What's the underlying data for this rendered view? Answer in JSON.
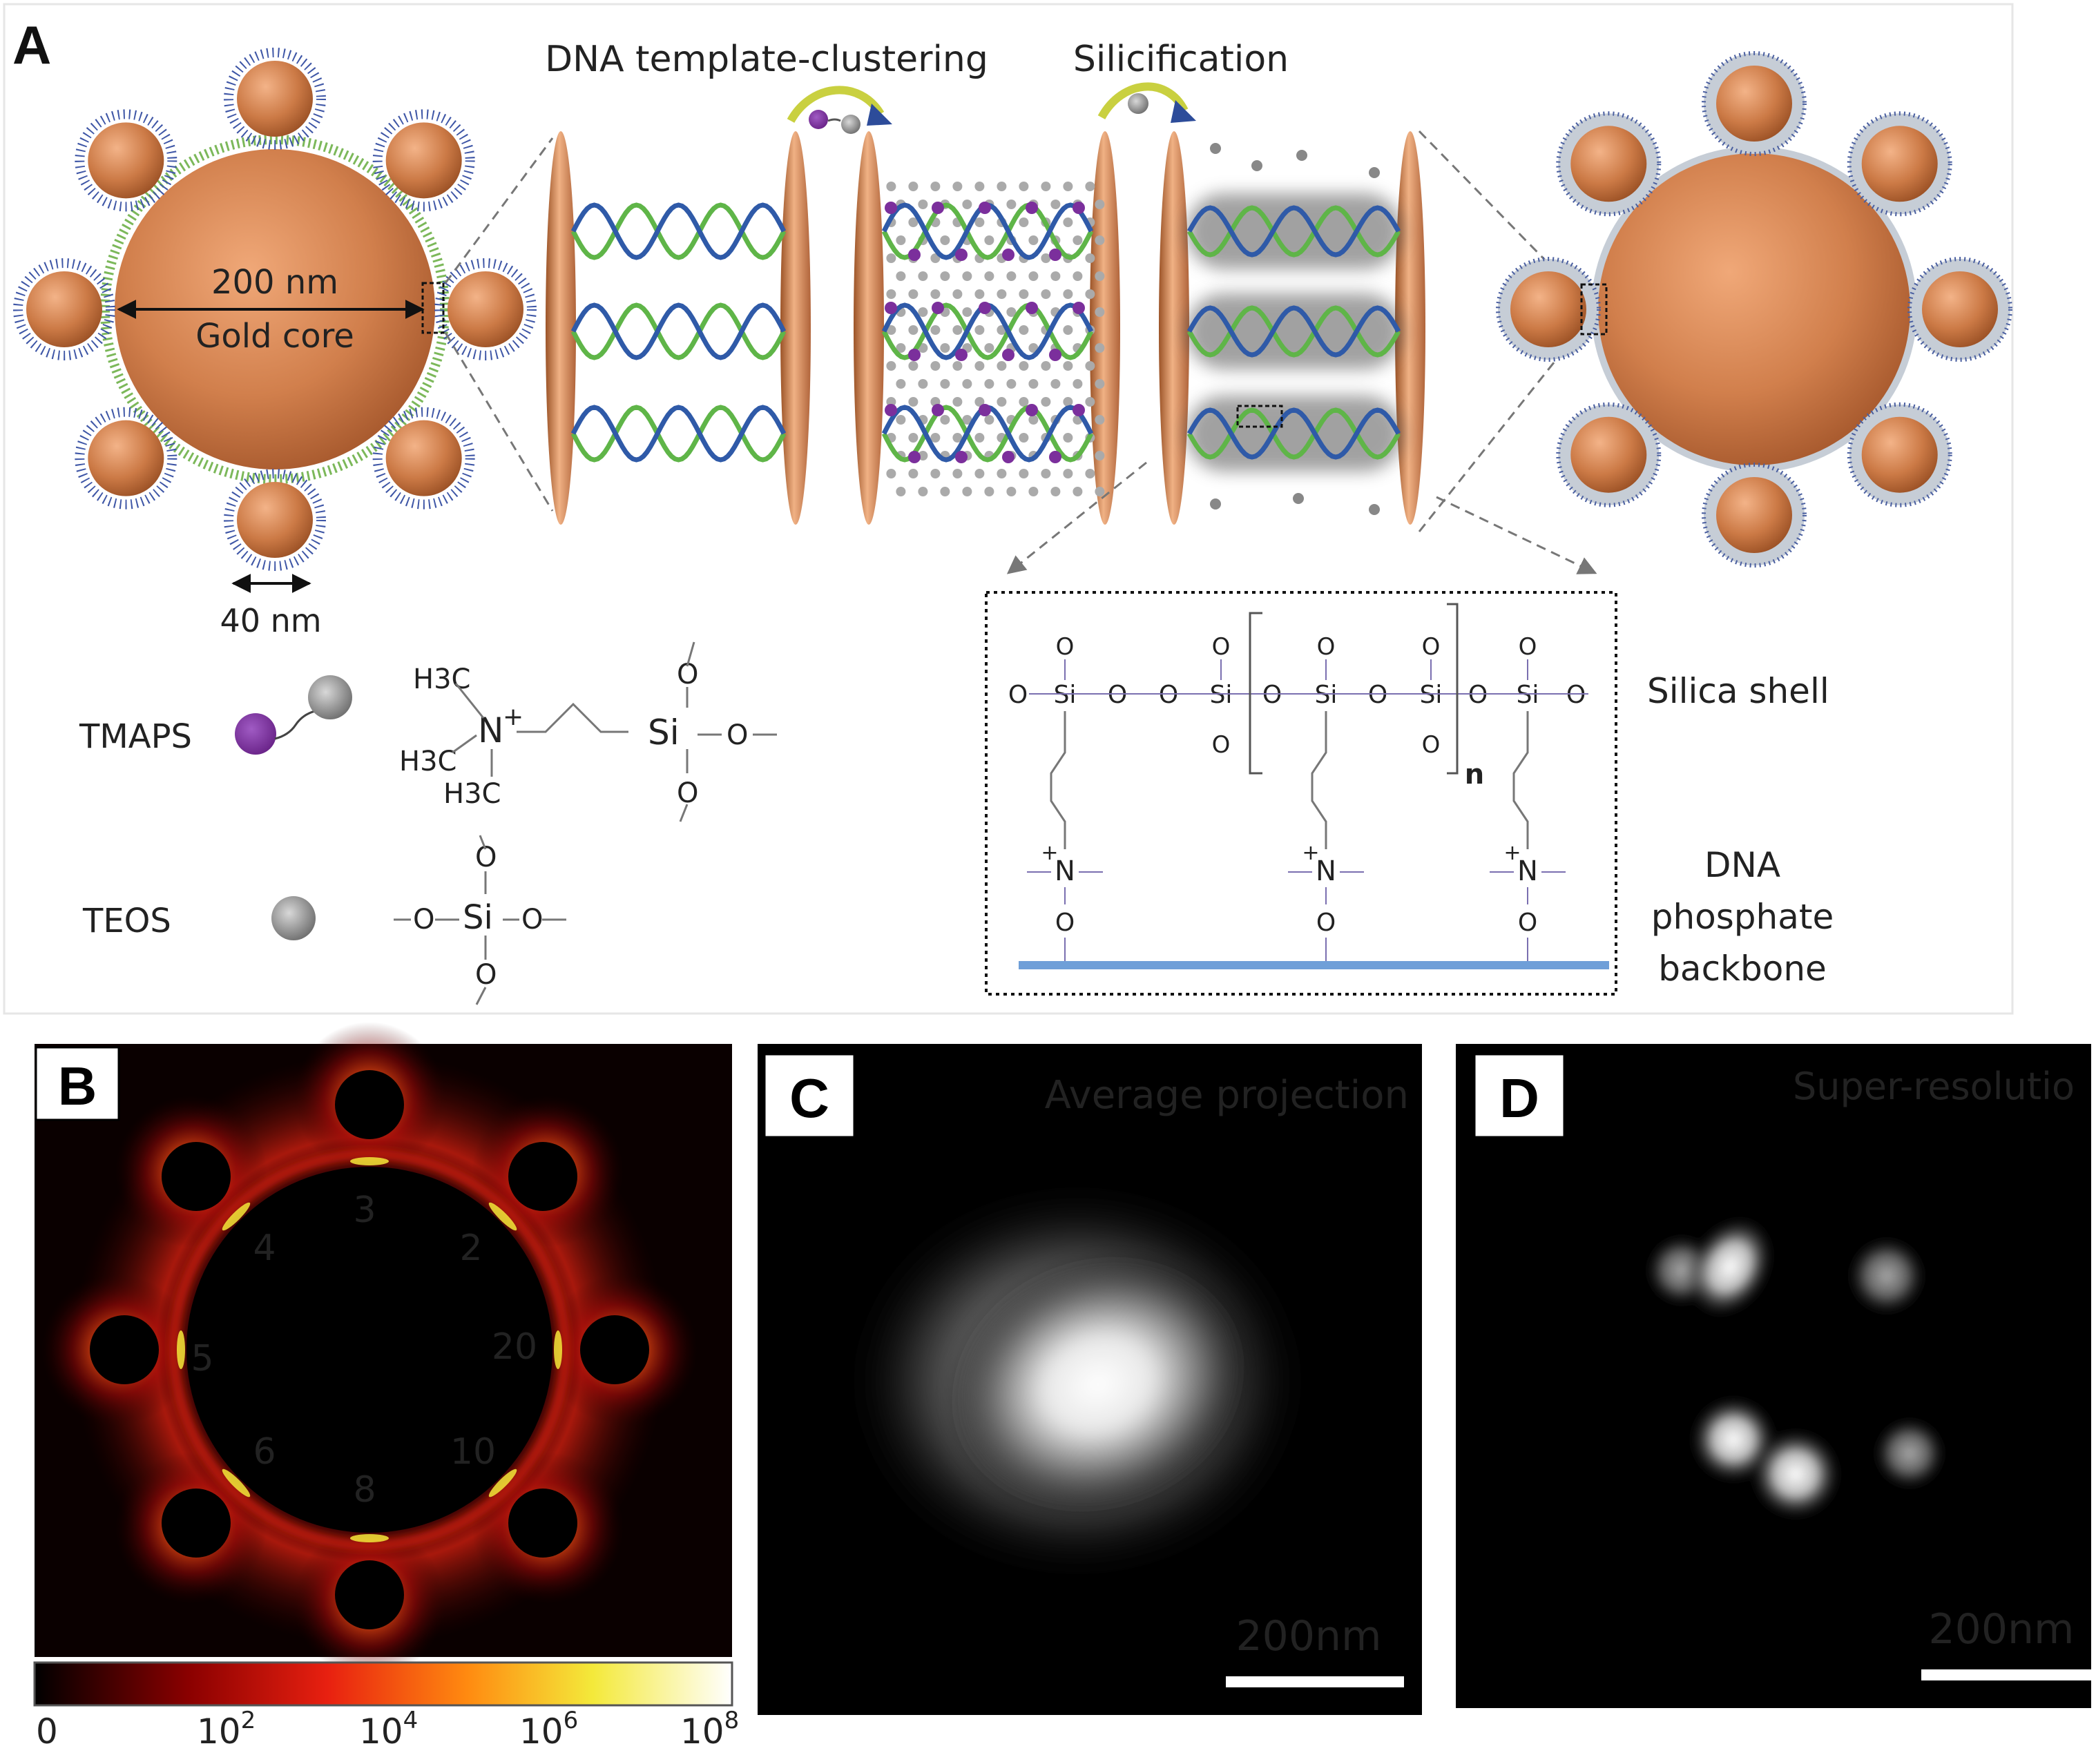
{
  "panel_a": {
    "label": "A",
    "step1": "DNA template-clustering",
    "step2": "Silicification",
    "core_size": "200 nm",
    "core_name": "Gold core",
    "satellite_size": "40 nm",
    "tmaps": {
      "name": "TMAPS",
      "h3c": "H3C",
      "n": "N",
      "plus": "+",
      "si": "Si",
      "o": "O"
    },
    "teos": {
      "name": "TEOS",
      "si": "Si",
      "o": "O"
    },
    "inset": {
      "si": "Si",
      "o": "O",
      "n": "N",
      "plus": "+",
      "repeat": "n",
      "silica_shell": "Silica shell",
      "dna_line1": "DNA",
      "dna_line2": "phosphate",
      "dna_line3": "backbone"
    }
  },
  "panel_b": {
    "label": "B",
    "gap_labels": [
      "3",
      "2",
      "20",
      "10",
      "8",
      "6",
      "5",
      "4"
    ],
    "colorbar_ticks": [
      "0",
      "10",
      "10",
      "10",
      "10"
    ],
    "colorbar_exponents": [
      "",
      "2",
      "4",
      "6",
      "8"
    ]
  },
  "panel_c": {
    "label": "C",
    "title": "Average projection",
    "scale": "200nm"
  },
  "panel_d": {
    "label": "D",
    "title": "Super-resolutio",
    "scale": "200nm"
  },
  "colors": {
    "gold": "#c97a48",
    "dna_green": "#5fb548",
    "dna_blue": "#2f5aa8",
    "tmaps_purple": "#7b2f9c",
    "backbone_blue": "#6f9fd8",
    "heat_yellow": "#f4e93a"
  }
}
